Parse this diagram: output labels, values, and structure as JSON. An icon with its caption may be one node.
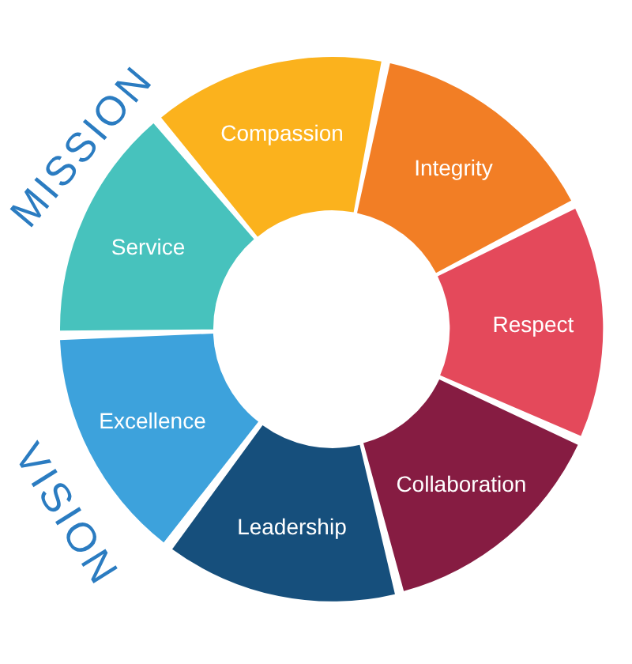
{
  "diagram": {
    "nodes": [
      {
        "text": [
          "Compassion"
        ]
      },
      {
        "text": [
          "Integrity"
        ]
      },
      {
        "text": [
          "Respect"
        ]
      },
      {
        "text": [
          "Collaboration"
        ]
      },
      {
        "text": [
          "Leadership"
        ]
      },
      {
        "text": [
          "Excellence"
        ]
      },
      {
        "text": [
          "Service"
        ]
      }
    ],
    "labels": [
      "MISSION",
      "VISION"
    ]
  }
}
